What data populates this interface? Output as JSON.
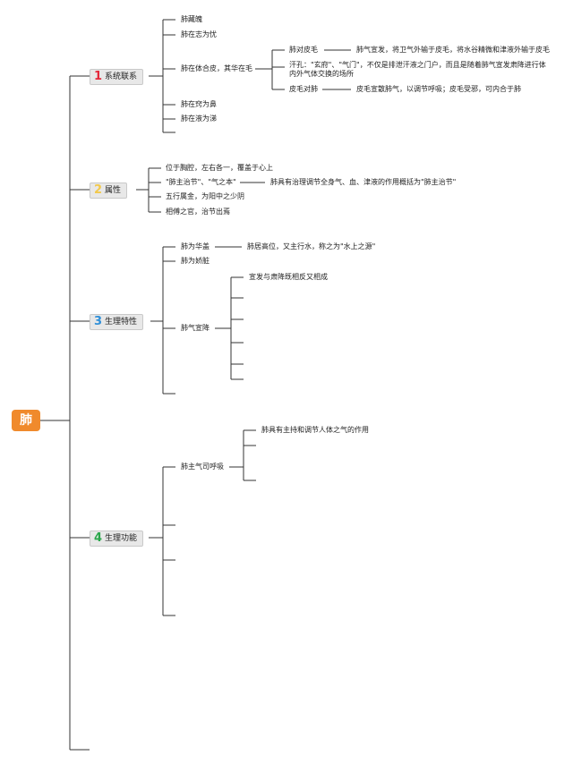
{
  "root": {
    "label": "肺"
  },
  "branches": [
    {
      "num": "1",
      "label": "系统联系",
      "color": "#e4283a",
      "items": [
        "肺藏魄",
        "肺在志为忧",
        "肺在体合皮，其华在毛",
        "肺在窍为鼻",
        "肺在液为涕"
      ],
      "sub": {
        "items": [
          "肺对皮毛",
          "汗孔：\"玄府\"、\"气门\"，不仅是排泄汗液之门户，而且是随着肺气宣发肃降进行体内外气体交换的场所",
          "皮毛对肺"
        ],
        "details": [
          "肺气宣发，将卫气外输于皮毛，将水谷精微和津液外输于皮毛",
          "皮毛宣散肺气，以调节呼吸；皮毛受邪，可内合于肺"
        ]
      }
    },
    {
      "num": "2",
      "label": "属性",
      "color": "#f2c94c",
      "items": [
        "位于胸腔，左右各一，覆盖于心上",
        "\"肺主治节\"、\"气之本\"",
        "五行属金，为阳中之少阴",
        "相傅之官，治节出焉"
      ],
      "detail": "肺具有治理调节全身气、血、津液的作用概括为\"肺主治节\""
    },
    {
      "num": "3",
      "label": "生理特性",
      "color": "#2f8fd8",
      "items": [
        "肺为华盖",
        "肺为娇脏",
        "肺气宣降"
      ],
      "detail": "肺居高位，又主行水，称之为\"水上之源\"",
      "sub_first": "宣发与肃降既相反又相成"
    },
    {
      "num": "4",
      "label": "生理功能",
      "color": "#29a64a",
      "items": [
        "肺主气司呼吸"
      ],
      "sub_first": "肺具有主持和调节人体之气的作用"
    }
  ]
}
